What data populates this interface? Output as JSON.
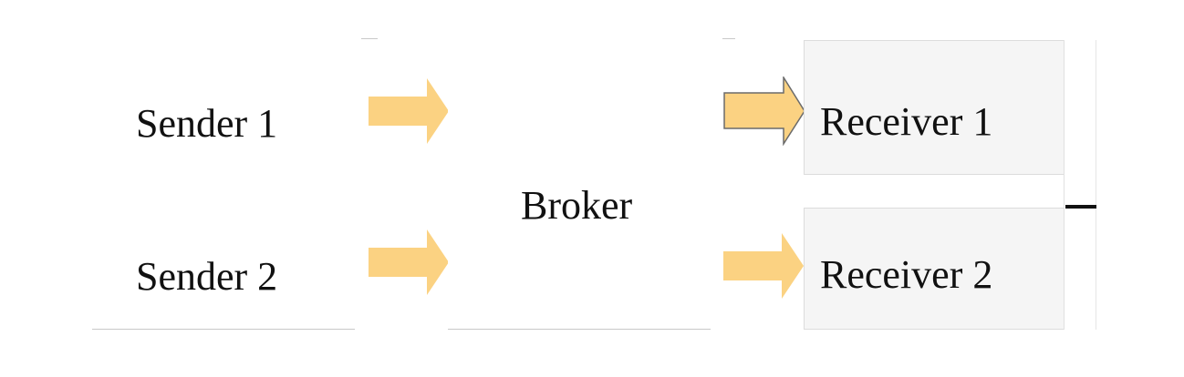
{
  "diagram": {
    "senders": [
      {
        "label": "Sender 1"
      },
      {
        "label": "Sender 2"
      }
    ],
    "broker": {
      "label": "Broker"
    },
    "receivers": [
      {
        "label": "Receiver 1"
      },
      {
        "label": "Receiver 2"
      }
    ],
    "arrow_color": "#fbd282",
    "arrow_outline_color": "#6b6b6b"
  }
}
